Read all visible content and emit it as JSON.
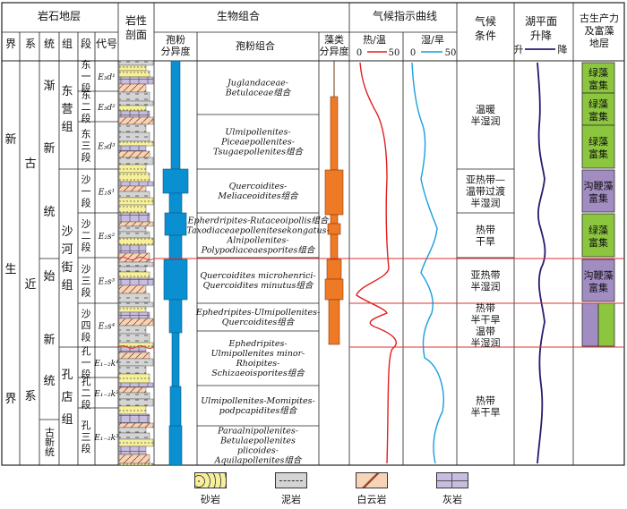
{
  "headers": {
    "strat": "岩石地层",
    "era": "界",
    "system": "系",
    "series": "统",
    "group": "组",
    "member": "段",
    "code": "代号",
    "litho_a": "岩性",
    "litho_b": "剖面",
    "bio": "生物组合",
    "spore_a": "孢粉",
    "spore_b": "分异度",
    "spore_assemblage": "孢粉组合",
    "algae_a": "藻类",
    "algae_b": "分异度",
    "climate_curves": "气候指示曲线",
    "heat": "热/温",
    "humid": "湿/旱",
    "heat_zero": "0",
    "heat_fifty": "50",
    "humid_zero": "0",
    "humid_fifty": "50",
    "climate_a": "气候",
    "climate_b": "条件",
    "lake_a": "湖平面",
    "lake_b": "升降",
    "lake_up": "升",
    "lake_down": "降",
    "paleo_a": "古生产力",
    "paleo_b": "及富藻",
    "paleo_c": "地层"
  },
  "strat": {
    "era": [
      "新",
      "生",
      "界"
    ],
    "system": [
      "古",
      "近",
      "系"
    ],
    "series": {
      "jianxin": [
        "渐",
        "新",
        "统"
      ],
      "shixin": [
        "始",
        "新",
        "统"
      ],
      "guxin": [
        "古新统"
      ]
    },
    "groups": {
      "dongying": [
        "东",
        "营",
        "组"
      ],
      "shahejie": [
        "沙",
        "河",
        "街",
        "组"
      ],
      "kongdian": [
        "孔",
        "店",
        "组"
      ]
    },
    "members": [
      {
        "name": "东一段",
        "code": "E₃d¹"
      },
      {
        "name": "东二段",
        "code": "E₃d²"
      },
      {
        "name": "东三段",
        "code": "E₃d³"
      },
      {
        "name": "沙一段",
        "code": "E₂s¹"
      },
      {
        "name": "沙二段",
        "code": "E₂s²"
      },
      {
        "name": "沙三段",
        "code": "E₂s³"
      },
      {
        "name": "沙四段",
        "code": "E₂s⁴"
      },
      {
        "name": "孔一段",
        "code": "E₁₋₂k¹"
      },
      {
        "name": "孔二段",
        "code": "E₁₋₂k²"
      },
      {
        "name": "孔三段",
        "code": "E₁₋₂k³"
      }
    ]
  },
  "assemblages": [
    [
      "Juglandaceae-",
      "Betulaceae组合"
    ],
    [
      "Ulmipollenites-",
      "Piceaepollenites-",
      "Tsugaepollenites组合"
    ],
    [
      "Quercoidites-",
      "Meliaceoidites组合"
    ],
    [
      "Epherdripites-Rutaceoipollis组合",
      "Taxodiaceaepollenitesekongatus-",
      "Alnipollenites-",
      "Polypodiaceaesporites组合"
    ],
    [
      "Quercoidites microhenrici-",
      "Quercoidites minutus组合"
    ],
    [
      "Ephedripites-Ulmipollenites-",
      "Quercoidites组合"
    ],
    [
      "Ephedripites-",
      "Ulmipollenites minor-",
      "Rhoipites-",
      "Schizaeoisporites组合"
    ],
    [
      "Ulmipollenites-Momipites-",
      "podpcapidites组合"
    ],
    [
      "Paraalnipollenites-",
      "Betulaepollenites",
      "plicoides-",
      "Aquilapollenites组合"
    ]
  ],
  "climate": [
    [
      "温暖",
      "半湿润"
    ],
    [
      "亚热带—",
      "温带过渡",
      "半湿润"
    ],
    [
      "热带",
      "干旱"
    ],
    [
      "亚热带",
      "半湿润"
    ],
    [
      "热带",
      "半干旱",
      "温带",
      "半湿润"
    ],
    [
      "热带",
      "半干旱"
    ]
  ],
  "paleo": [
    [
      "绿藻",
      "富集"
    ],
    [
      "绿藻",
      "富集"
    ],
    [
      "绿藻",
      "富集"
    ],
    [
      "沟鞭藻",
      "富集"
    ],
    [
      "绿藻",
      "富集"
    ],
    [
      "沟鞭藻",
      "富集"
    ]
  ],
  "legend": [
    "砂岩",
    "泥岩",
    "白云岩",
    "灰岩"
  ],
  "colors": {
    "spore": "#0a8fd0",
    "algae": "#ee7a25",
    "heat_curve": "#e02020",
    "humid_curve": "#1a9ee0",
    "lake_curve": "#2a1a6e",
    "boundary": "#e03030",
    "green": "#8cc63f",
    "purple": "#a28dc2",
    "sandstone": "#f7f09a",
    "mudstone": "#d4d4d4",
    "dolomite": "#f6d4b8",
    "limestone": "#c8bde0"
  }
}
